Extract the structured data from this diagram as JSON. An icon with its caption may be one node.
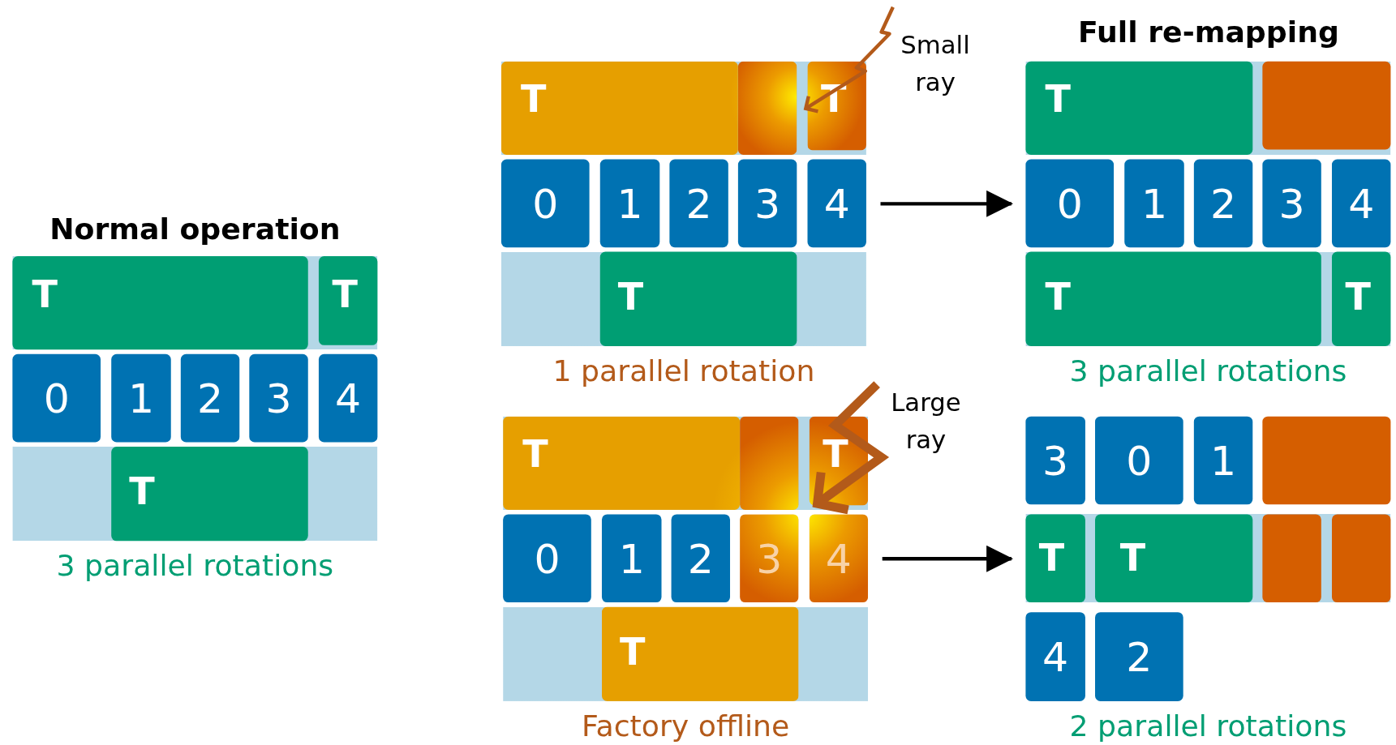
{
  "diagram": {
    "nodes": [
      {
        "text": [
          "Normal operation"
        ],
        "beside": [
          "3 parallel rotations"
        ]
      },
      {
        "text": [
          "T"
        ],
        "in": 0
      },
      {
        "text": [
          "T"
        ],
        "in": 0
      },
      {
        "text": [
          "0"
        ],
        "in": 0
      },
      {
        "text": [
          "1"
        ],
        "in": 0
      },
      {
        "text": [
          "2"
        ],
        "in": 0
      },
      {
        "text": [
          "3"
        ],
        "in": 0
      },
      {
        "text": [
          "4"
        ],
        "in": 0
      },
      {
        "text": [
          "T"
        ],
        "in": 0
      },
      {
        "text": [],
        "shape": "box",
        "beside": [
          "1 parallel rotation"
        ]
      },
      {
        "text": [
          "T"
        ],
        "in": 9
      },
      {
        "text": [],
        "shape": "box",
        "in": 9
      },
      {
        "text": [
          "T"
        ],
        "in": 9
      },
      {
        "text": [
          "0"
        ],
        "in": 9
      },
      {
        "text": [
          "1"
        ],
        "in": 9
      },
      {
        "text": [
          "2"
        ],
        "in": 9
      },
      {
        "text": [
          "3"
        ],
        "in": 9
      },
      {
        "text": [
          "4"
        ],
        "in": 9
      },
      {
        "text": [
          "T"
        ],
        "in": 9
      },
      {
        "text": [],
        "shape": "box",
        "beside": [
          "3 parallel rotations"
        ]
      },
      {
        "text": [
          "T"
        ],
        "in": 19
      },
      {
        "text": [],
        "shape": "box",
        "in": 19
      },
      {
        "text": [
          "0"
        ],
        "in": 19
      },
      {
        "text": [
          "1"
        ],
        "in": 19
      },
      {
        "text": [
          "2"
        ],
        "in": 19
      },
      {
        "text": [
          "3"
        ],
        "in": 19
      },
      {
        "text": [
          "4"
        ],
        "in": 19
      },
      {
        "text": [
          "T"
        ],
        "in": 19
      },
      {
        "text": [
          "T"
        ],
        "in": 19
      },
      {
        "text": [],
        "shape": "box",
        "beside": [
          "Factory offline"
        ]
      },
      {
        "text": [
          "T"
        ],
        "in": 29
      },
      {
        "text": [],
        "shape": "box",
        "in": 29
      },
      {
        "text": [
          "T"
        ],
        "in": 29
      },
      {
        "text": [
          "0"
        ],
        "in": 29
      },
      {
        "text": [
          "1"
        ],
        "in": 29
      },
      {
        "text": [
          "2"
        ],
        "in": 29
      },
      {
        "text": [
          "3"
        ],
        "in": 29
      },
      {
        "text": [
          "4"
        ],
        "in": 29
      },
      {
        "text": [
          "T"
        ],
        "in": 29
      },
      {
        "text": [],
        "shape": "box",
        "beside": [
          "2 parallel rotations"
        ]
      },
      {
        "text": [
          "3"
        ],
        "in": 39
      },
      {
        "text": [
          "0"
        ],
        "in": 39
      },
      {
        "text": [
          "1"
        ],
        "in": 39
      },
      {
        "text": [],
        "shape": "box",
        "in": 39
      },
      {
        "text": [
          "T"
        ],
        "in": 39
      },
      {
        "text": [
          "T"
        ],
        "in": 39
      },
      {
        "text": [],
        "shape": "box",
        "in": 39
      },
      {
        "text": [],
        "shape": "box",
        "in": 39
      },
      {
        "text": [
          "4"
        ],
        "in": 39
      },
      {
        "text": [
          "2"
        ],
        "in": 39
      }
    ],
    "edges": [
      {
        "from": 9,
        "to": 19,
        "arrow": "to"
      },
      {
        "from": 29,
        "to": 39,
        "arrow": "to"
      }
    ],
    "labels": [
      "Full re-mapping",
      "Small ray",
      "Large ray"
    ]
  }
}
